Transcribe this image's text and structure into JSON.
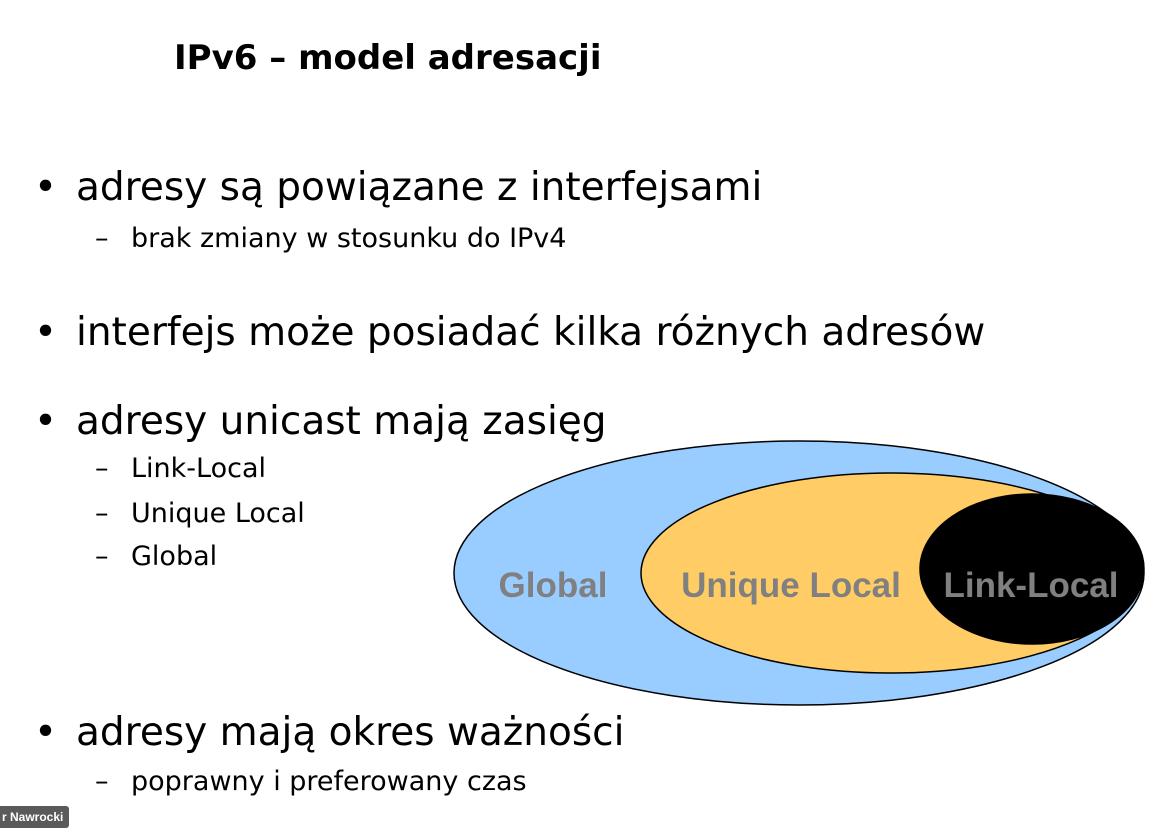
{
  "title": "IPv6 – model adresacji",
  "bullets": [
    {
      "text": "adresy są powiązane z interfejsami",
      "sub": [
        "brak zmiany w stosunku do IPv4"
      ]
    },
    {
      "text": "interfejs może posiadać kilka różnych adresów",
      "sub": []
    },
    {
      "text": "adresy unicast mają zasięg",
      "sub": [
        "Link-Local",
        "Unique Local",
        "Global"
      ]
    },
    {
      "text": "adresy mają okres ważności",
      "sub": [
        "poprawny i preferowany czas"
      ]
    }
  ],
  "bullet_char": "•",
  "dash_char": "–",
  "diagram": {
    "global_label": "Global",
    "unique_local_label": "Unique Local",
    "link_local_label": "Link-Local",
    "colors": {
      "global_fill": "#99ccff",
      "unique_local_fill": "#ffcc66",
      "link_local_fill": "#000000",
      "label_color": "#808080"
    }
  },
  "author": "r Nawrocki"
}
